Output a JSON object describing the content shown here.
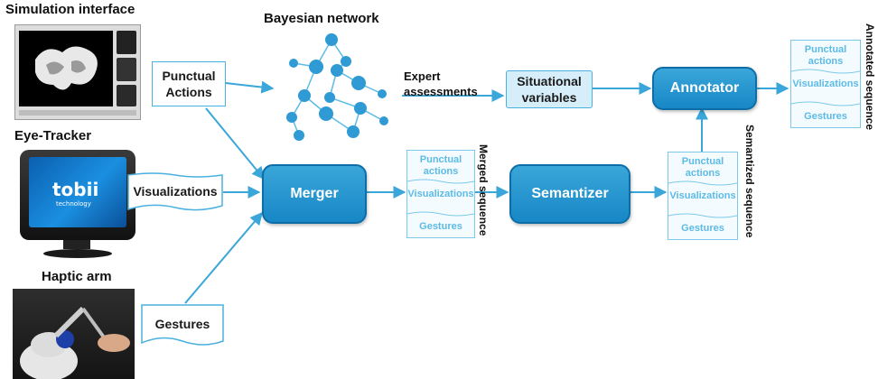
{
  "sources": {
    "simulation": {
      "title": "Simulation interface",
      "label": "Punctual\nActions"
    },
    "eyetracker": {
      "title": "Eye-Tracker",
      "label": "Visualizations",
      "brand": "tobii",
      "brand_sub": "technology"
    },
    "haptic": {
      "title": "Haptic arm",
      "label": "Gestures"
    }
  },
  "bayesian": {
    "title": "Bayesian network"
  },
  "expert_assessments": "Expert\nassessments",
  "situational_variables": "Situational\nvariables",
  "merger": "Merger",
  "semantizer": "Semantizer",
  "annotator": "Annotator",
  "sequence_items": [
    "Punctual\nactions",
    "Visualizations",
    "Gestures"
  ],
  "sequence_labels": {
    "merged": "Merged sequence",
    "semantized": "Semantized sequence",
    "annotated": "Annotated sequence"
  },
  "colors": {
    "accent": "#1787c6",
    "arrow": "#3aa6d9",
    "light": "#d6eef9",
    "seq": "#5cbbe6"
  }
}
